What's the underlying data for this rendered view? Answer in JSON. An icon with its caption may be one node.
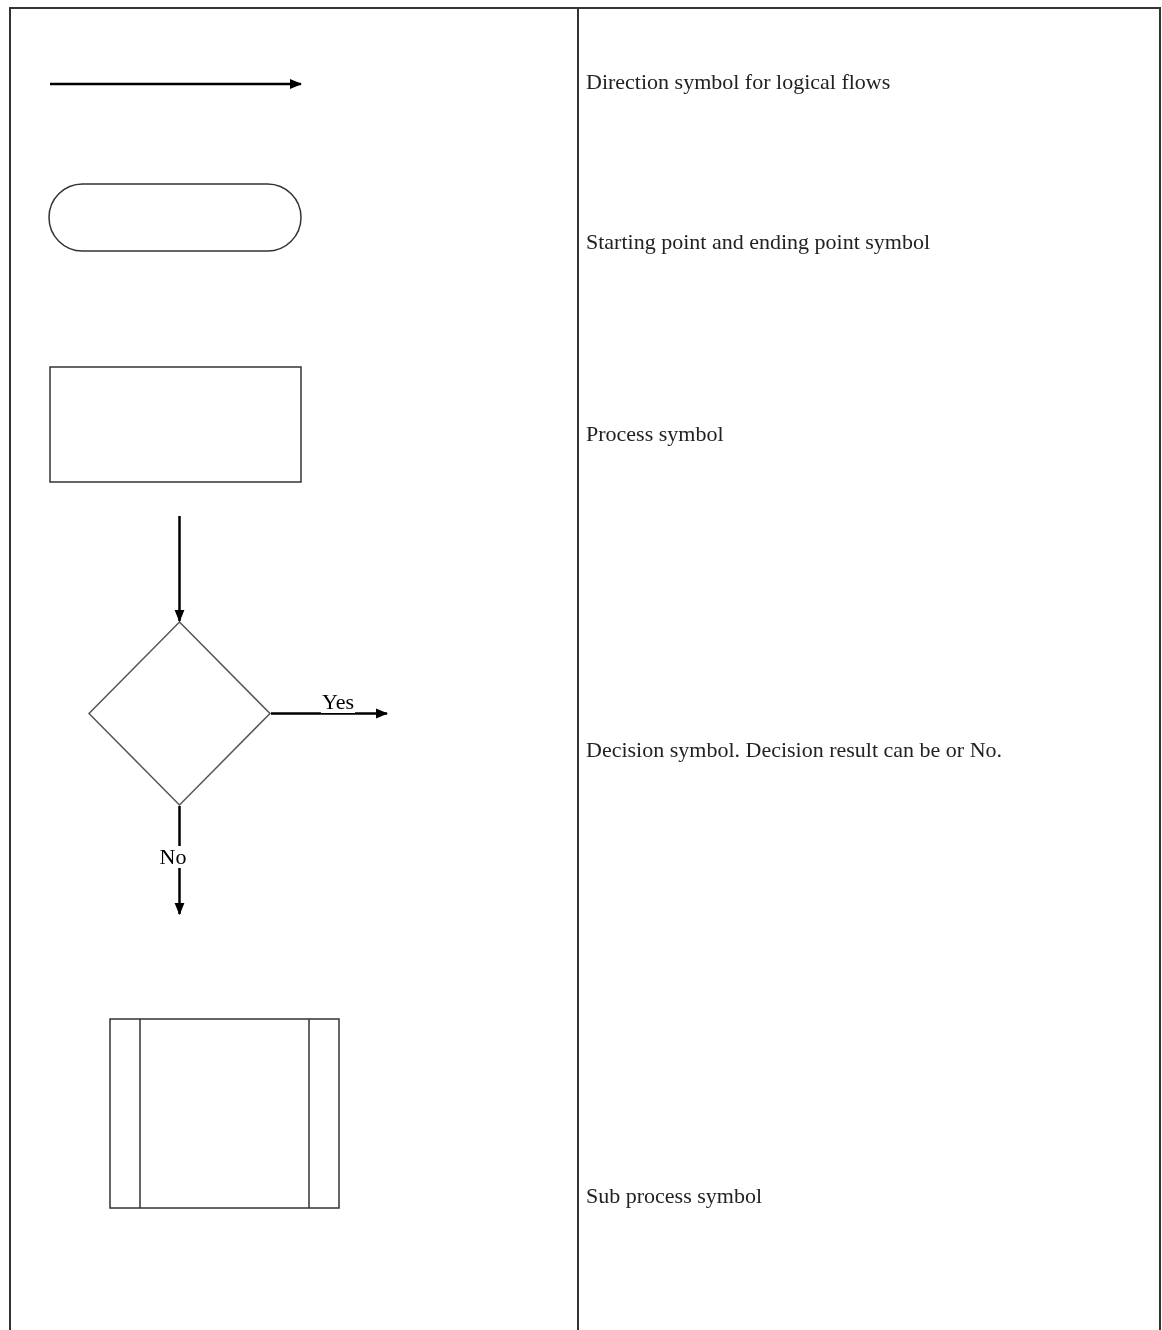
{
  "diagram": {
    "nodes": [
      {
        "text": [],
        "shape": "oval"
      },
      {
        "text": [],
        "shape": "box"
      },
      {
        "text": [],
        "shape": "diamond"
      },
      {
        "text": [],
        "shape": "box"
      }
    ],
    "edges": [
      {
        "from": null,
        "to": 2,
        "arrow": "to"
      },
      {
        "from": 2,
        "to": null,
        "arrow": "to",
        "label": "Yes"
      },
      {
        "from": 2,
        "to": null,
        "arrow": "to",
        "label": "No"
      }
    ],
    "labels": [
      "Direction symbol for logical flows",
      "Starting point and ending point symbol",
      "Process symbol",
      "Decision symbol. Decision result can be or No.",
      "Sub process symbol"
    ]
  }
}
